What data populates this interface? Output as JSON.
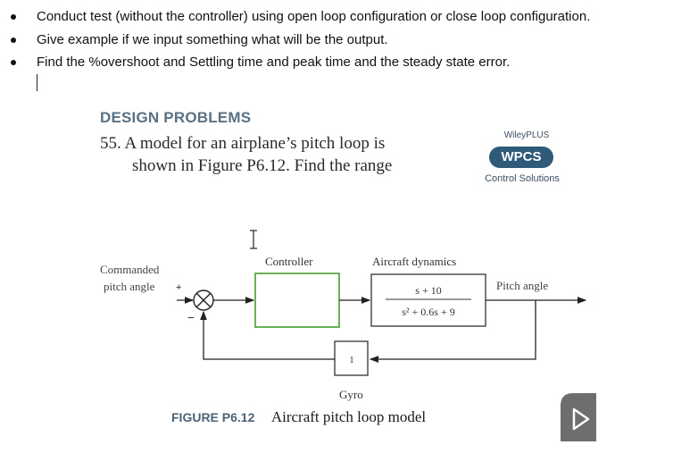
{
  "instructions": {
    "items": [
      "Conduct test (without the controller) using open loop configuration or close loop configuration.",
      "Give example if we input something what will be the output.",
      "Find the %overshoot and Settling time and peak time and the steady state error."
    ]
  },
  "problem": {
    "heading": "DESIGN PROBLEMS",
    "line1": "55. A model for an airplane’s pitch loop is",
    "line2": "shown in Figure P6.12. Find the range"
  },
  "branding": {
    "wiley": "WileyPLUS",
    "wpcs": "WPCS",
    "control_solutions": "Control Solutions"
  },
  "diagram": {
    "input_label_1": "Commanded",
    "input_label_2": "pitch angle",
    "plus_sign": "+",
    "minus_sign": "−",
    "controller_label": "Controller",
    "plant_label": "Aircraft dynamics",
    "plant_numerator": "s + 10",
    "plant_denominator": "s² + 0.6s + 9",
    "output_label": "Pitch angle",
    "feedback_gain": "1",
    "feedback_label": "Gyro"
  },
  "caption": {
    "label": "FIGURE P6.12",
    "text": "Aircraft pitch loop model"
  },
  "colors": {
    "controller_border": "#5aa845",
    "heading": "#5a7184",
    "badge": "#2f5a7a",
    "play_button": "#6e6e6e"
  },
  "icons": {
    "summing_junction": "summing-junction-icon",
    "mouse_cursor": "text-cursor-icon",
    "play": "play-icon"
  }
}
